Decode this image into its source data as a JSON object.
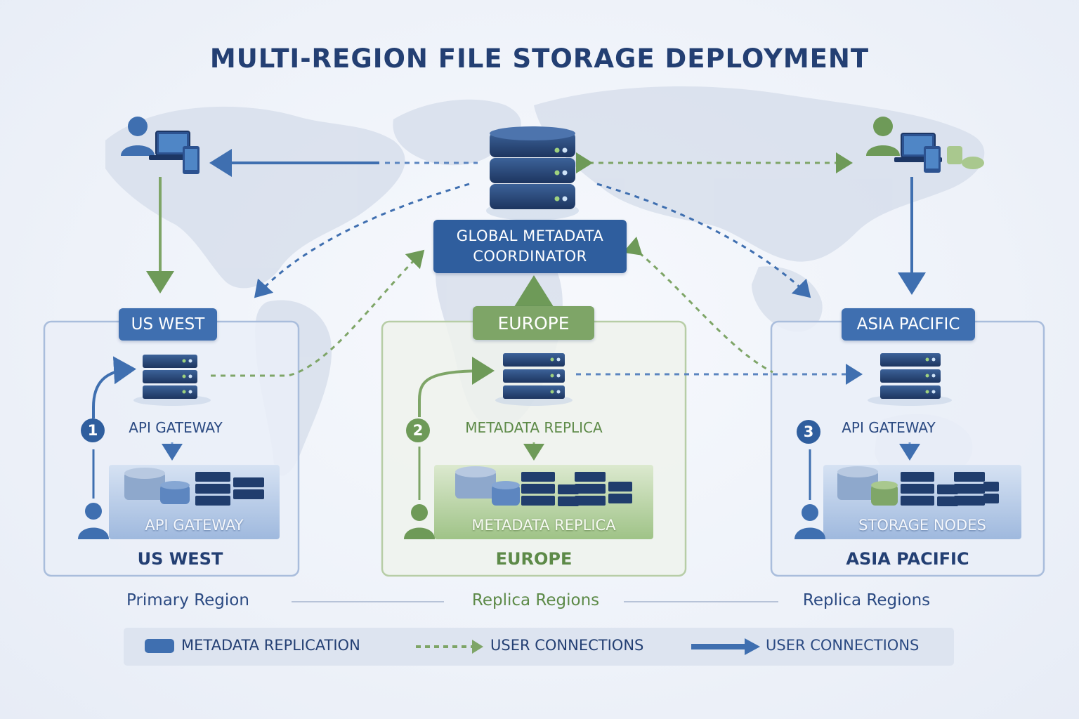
{
  "title": "MULTI-REGION FILE STORAGE DEPLOYMENT",
  "coordinator": {
    "line1": "GLOBAL METADATA",
    "line2": "COORDINATOR"
  },
  "regions": [
    {
      "tag": "US WEST",
      "step": "1",
      "inner_label": "API GATEWAY",
      "cluster_label": "API GATEWAY",
      "footer": "US WEST",
      "role": "Primary Region",
      "accent": "#2f5e9e"
    },
    {
      "tag": "EUROPE",
      "step": "2",
      "inner_label": "METADATA REPLICA",
      "cluster_label": "METADATA REPLICA",
      "footer": "EUROPE",
      "role": "Replica Regions",
      "accent": "#6e9a58"
    },
    {
      "tag": "ASIA PACIFIC",
      "step": "3",
      "inner_label": "API GATEWAY",
      "cluster_label": "STORAGE NODES",
      "footer": "ASIA PACIFIC",
      "role": "Replica Regions",
      "accent": "#2f5e9e"
    }
  ],
  "legend": [
    {
      "label": "METADATA REPLICATION",
      "icon": "db-swatch-icon"
    },
    {
      "label": "USER CONNECTIONS",
      "icon": "dashed-green-arrow-icon"
    },
    {
      "label": "USER CONNECTIONS",
      "icon": "solid-blue-arrow-icon"
    }
  ],
  "colors": {
    "navy": "#233f73",
    "blue": "#2f5e9e",
    "green": "#6e9a58",
    "light_blue": "#dde6f3"
  }
}
